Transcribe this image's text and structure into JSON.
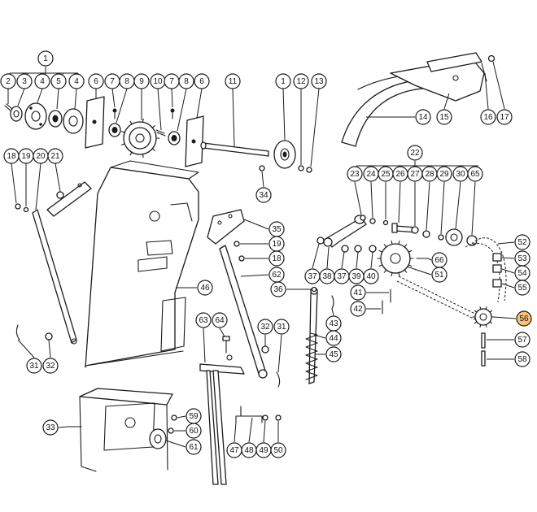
{
  "diagram": {
    "highlight_color": "#f7c27a",
    "ink_color": "#1a1a1a",
    "callouts": [
      {
        "id": "c1a",
        "label": "1"
      },
      {
        "id": "c2",
        "label": "2"
      },
      {
        "id": "c3",
        "label": "3"
      },
      {
        "id": "c4a",
        "label": "4"
      },
      {
        "id": "c5",
        "label": "5"
      },
      {
        "id": "c4b",
        "label": "4"
      },
      {
        "id": "c6a",
        "label": "6"
      },
      {
        "id": "c7a",
        "label": "7"
      },
      {
        "id": "c8a",
        "label": "8"
      },
      {
        "id": "c9",
        "label": "9"
      },
      {
        "id": "c10",
        "label": "10"
      },
      {
        "id": "c7b",
        "label": "7"
      },
      {
        "id": "c8b",
        "label": "8"
      },
      {
        "id": "c6b",
        "label": "6"
      },
      {
        "id": "c11",
        "label": "11"
      },
      {
        "id": "c1b",
        "label": "1"
      },
      {
        "id": "c12",
        "label": "12"
      },
      {
        "id": "c13",
        "label": "13"
      },
      {
        "id": "c16",
        "label": "16"
      },
      {
        "id": "c17",
        "label": "17"
      },
      {
        "id": "c14",
        "label": "14"
      },
      {
        "id": "c15",
        "label": "15"
      },
      {
        "id": "c18a",
        "label": "18"
      },
      {
        "id": "c19a",
        "label": "19"
      },
      {
        "id": "c20",
        "label": "20"
      },
      {
        "id": "c21",
        "label": "21"
      },
      {
        "id": "c34",
        "label": "34"
      },
      {
        "id": "c22",
        "label": "22"
      },
      {
        "id": "c23",
        "label": "23"
      },
      {
        "id": "c24",
        "label": "24"
      },
      {
        "id": "c25",
        "label": "25"
      },
      {
        "id": "c26",
        "label": "26"
      },
      {
        "id": "c27",
        "label": "27"
      },
      {
        "id": "c28",
        "label": "28"
      },
      {
        "id": "c29",
        "label": "29"
      },
      {
        "id": "c30",
        "label": "30"
      },
      {
        "id": "c65",
        "label": "65"
      },
      {
        "id": "c35",
        "label": "35"
      },
      {
        "id": "c19b",
        "label": "19"
      },
      {
        "id": "c18b",
        "label": "18"
      },
      {
        "id": "c62",
        "label": "62"
      },
      {
        "id": "c52",
        "label": "52"
      },
      {
        "id": "c53",
        "label": "53"
      },
      {
        "id": "c54",
        "label": "54"
      },
      {
        "id": "c55",
        "label": "55"
      },
      {
        "id": "c66",
        "label": "66"
      },
      {
        "id": "c51",
        "label": "51"
      },
      {
        "id": "c37a",
        "label": "37"
      },
      {
        "id": "c38",
        "label": "38"
      },
      {
        "id": "c37b",
        "label": "37"
      },
      {
        "id": "c39",
        "label": "39"
      },
      {
        "id": "c40",
        "label": "40"
      },
      {
        "id": "c46",
        "label": "46"
      },
      {
        "id": "c36",
        "label": "36"
      },
      {
        "id": "c41",
        "label": "41"
      },
      {
        "id": "c42",
        "label": "42"
      },
      {
        "id": "c43",
        "label": "43"
      },
      {
        "id": "c44",
        "label": "44"
      },
      {
        "id": "c45",
        "label": "45"
      },
      {
        "id": "c56",
        "label": "56",
        "highlight": true
      },
      {
        "id": "c57",
        "label": "57"
      },
      {
        "id": "c58",
        "label": "58"
      },
      {
        "id": "c63",
        "label": "63"
      },
      {
        "id": "c64",
        "label": "64"
      },
      {
        "id": "c32a",
        "label": "32"
      },
      {
        "id": "c31a",
        "label": "31"
      },
      {
        "id": "c31b",
        "label": "31"
      },
      {
        "id": "c32b",
        "label": "32"
      },
      {
        "id": "c33",
        "label": "33"
      },
      {
        "id": "c59",
        "label": "59"
      },
      {
        "id": "c60",
        "label": "60"
      },
      {
        "id": "c61",
        "label": "61"
      },
      {
        "id": "c47",
        "label": "47"
      },
      {
        "id": "c48",
        "label": "48"
      },
      {
        "id": "c49",
        "label": "49"
      },
      {
        "id": "c50",
        "label": "50"
      }
    ]
  }
}
